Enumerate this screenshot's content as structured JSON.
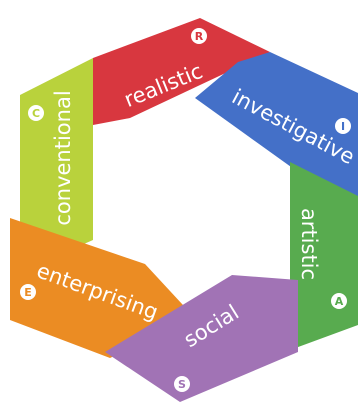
{
  "diagram": {
    "type": "riasec-hexagon",
    "segments": [
      {
        "key": "realistic",
        "label": "realistic",
        "letter": "R",
        "color": "#d8373f"
      },
      {
        "key": "investigative",
        "label": "investigative",
        "letter": "I",
        "color": "#4470c8"
      },
      {
        "key": "artistic",
        "label": "artistic",
        "letter": "A",
        "color": "#58ab4f"
      },
      {
        "key": "social",
        "label": "social",
        "letter": "S",
        "color": "#a173b5"
      },
      {
        "key": "enterprising",
        "label": "enterprising",
        "letter": "E",
        "color": "#eb8c23"
      },
      {
        "key": "conventional",
        "label": "conventional",
        "letter": "C",
        "color": "#b9d23c"
      }
    ]
  }
}
